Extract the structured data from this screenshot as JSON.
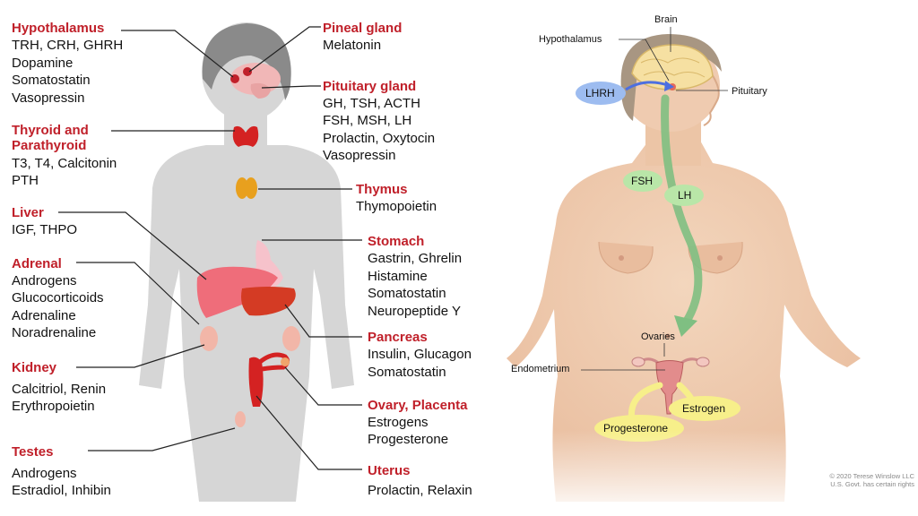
{
  "colors": {
    "title_red": "#c0202a",
    "text": "#111111",
    "silhouette": "#d6d6d6",
    "hair": "#8a8a8a",
    "skin": "#f0cfb4",
    "lhrh_pill": "#9dbcf0",
    "fsh_lh_pill": "#b9e6a8",
    "hormone_yellow": "#f7ef8a",
    "arrow_green": "#7fbf82"
  },
  "left_panel": {
    "glands": [
      {
        "title": "Hypothalamus",
        "lines": [
          "TRH, CRH, GHRH",
          "Dopamine",
          "Somatostatin",
          "Vasopressin"
        ]
      },
      {
        "title": "Pineal gland",
        "lines": [
          "Melatonin"
        ]
      },
      {
        "title": "Pituitary gland",
        "lines": [
          "GH, TSH, ACTH",
          "FSH, MSH, LH",
          "Prolactin, Oxytocin",
          "Vasopressin"
        ]
      },
      {
        "title": "Thyroid and",
        "title2": "Parathyroid",
        "lines": [
          "T3, T4, Calcitonin",
          "PTH"
        ]
      },
      {
        "title": "Thymus",
        "lines": [
          "Thymopoietin"
        ]
      },
      {
        "title": "Liver",
        "lines": [
          "IGF, THPO"
        ]
      },
      {
        "title": "Stomach",
        "lines": [
          "Gastrin, Ghrelin",
          "Histamine",
          "Somatostatin",
          "Neuropeptide Y"
        ]
      },
      {
        "title": "Adrenal",
        "lines": [
          "Androgens",
          "Glucocorticoids",
          "Adrenaline",
          "Noradrenaline"
        ]
      },
      {
        "title": "Pancreas",
        "lines": [
          "Insulin, Glucagon",
          "Somatostatin"
        ]
      },
      {
        "title": "Kidney",
        "lines": [
          "Calcitriol, Renin",
          "Erythropoietin"
        ]
      },
      {
        "title": "Ovary, Placenta",
        "lines": [
          "Estrogens",
          "Progesterone"
        ]
      },
      {
        "title": "Testes",
        "lines": [
          "Androgens",
          "Estradiol, Inhibin"
        ]
      },
      {
        "title": "Uterus",
        "lines": [
          "Prolactin, Relaxin"
        ]
      }
    ]
  },
  "right_panel": {
    "labels": {
      "brain": "Brain",
      "hypothalamus": "Hypothalamus",
      "pituitary": "Pituitary",
      "ovaries": "Ovaries",
      "endometrium": "Endometrium"
    },
    "pills": {
      "lhrh": "LHRH",
      "fsh": "FSH",
      "lh": "LH",
      "estrogen": "Estrogen",
      "progesterone": "Progesterone"
    },
    "credit": [
      "© 2020 Terese Winslow LLC",
      "U.S. Govt. has certain rights"
    ]
  }
}
